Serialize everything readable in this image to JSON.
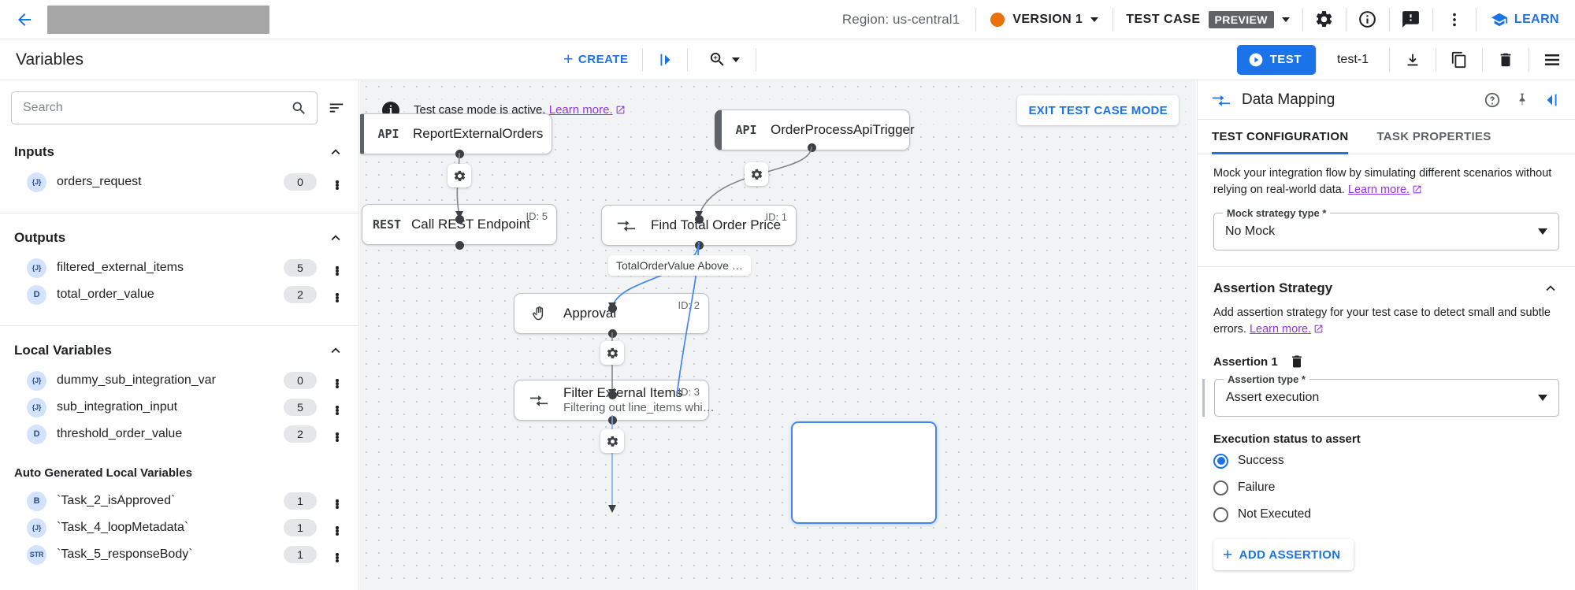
{
  "topbar": {
    "back_icon": "arrow-left-icon",
    "title_placeholder": "",
    "region": "Region: us-central1",
    "version_label": "VERSION 1",
    "version_dot_color": "#e8710a",
    "test_case_label": "TEST CASE",
    "preview_badge": "PREVIEW",
    "icons": [
      "gear-icon",
      "info-icon",
      "feedback-icon",
      "more-vert-icon"
    ],
    "learn_label": "LEARN"
  },
  "subbar": {
    "panel_title": "Variables",
    "create_label": "CREATE",
    "collapse_icon": "collapse-left-icon",
    "zoom_icon": "zoom-in-icon",
    "test_label": "TEST",
    "test_name": "test-1",
    "icons": [
      "download-icon",
      "copy-icon",
      "delete-icon",
      "list-icon"
    ]
  },
  "sidebar": {
    "search": {
      "value": "",
      "placeholder": "Search"
    },
    "sort_icon": "sort-icon",
    "sections": [
      {
        "title": "Inputs",
        "expanded": true,
        "items": [
          {
            "type": "{J}",
            "name": "orders_request",
            "count": "0"
          }
        ]
      },
      {
        "title": "Outputs",
        "expanded": true,
        "items": [
          {
            "type": "{J}",
            "name": "filtered_external_items",
            "count": "5"
          },
          {
            "type": "D",
            "name": "total_order_value",
            "count": "2"
          }
        ]
      },
      {
        "title": "Local Variables",
        "expanded": true,
        "items": [
          {
            "type": "{J}",
            "name": "dummy_sub_integration_var",
            "count": "0"
          },
          {
            "type": "{J}",
            "name": "sub_integration_input",
            "count": "5"
          },
          {
            "type": "D",
            "name": "threshold_order_value",
            "count": "2"
          }
        ]
      },
      {
        "title": "Auto Generated Local Variables",
        "expanded": true,
        "sub": true,
        "items": [
          {
            "type": "B",
            "name": "`Task_2_isApproved`",
            "count": "1"
          },
          {
            "type": "{J}",
            "name": "`Task_4_loopMetadata`",
            "count": "1"
          },
          {
            "type": "STR",
            "name": "`Task_5_responseBody`",
            "count": "1"
          }
        ]
      }
    ]
  },
  "canvas": {
    "banner": {
      "text": "Test case mode is active.",
      "link": "Learn more.",
      "exit_label": "EXIT TEST CASE MODE"
    },
    "nodes": [
      {
        "id": "report-external-orders",
        "icon": "API",
        "title": "ReportExternalOrders",
        "subtitle": "",
        "badge": "",
        "trigger": true
      },
      {
        "id": "order-process-api-trigger",
        "icon": "API",
        "title": "OrderProcessApiTrigger",
        "subtitle": "",
        "badge": "",
        "trigger": true
      },
      {
        "id": "call-rest-endpoint",
        "icon": "REST",
        "title": "Call REST Endpoint",
        "subtitle": "",
        "badge": "ID: 5",
        "trigger": false
      },
      {
        "id": "find-total-order-price",
        "icon": "map",
        "title": "Find Total Order Price",
        "subtitle": "",
        "badge": "ID: 1",
        "trigger": false
      },
      {
        "id": "approval",
        "icon": "hand",
        "title": "Approval",
        "subtitle": "",
        "badge": "ID: 2",
        "trigger": false
      },
      {
        "id": "filter-external-items",
        "icon": "map",
        "title": "Filter External Items",
        "subtitle": "Filtering out line_items whi…",
        "badge": "ID: 3",
        "trigger": false
      }
    ],
    "edge_label": "TotalOrderValue Above …"
  },
  "rightpanel": {
    "header_icon": "data-mapping-icon",
    "title": "Data Mapping",
    "actions": [
      "help-icon",
      "pin-icon",
      "expand-right-icon"
    ],
    "tabs": [
      {
        "label": "TEST CONFIGURATION",
        "active": true
      },
      {
        "label": "TASK PROPERTIES",
        "active": false
      }
    ],
    "mock": {
      "description": "Mock your integration flow by simulating different scenarios without relying on real-world data.",
      "link": "Learn more.",
      "field_label": "Mock strategy type *",
      "field_value": "No Mock"
    },
    "assertion": {
      "section_title": "Assertion Strategy",
      "description": "Add assertion strategy for your test case to detect small and subtle errors.",
      "link": "Learn more.",
      "item_label": "Assertion 1",
      "delete_icon": "delete-icon",
      "type_label": "Assertion type *",
      "type_value": "Assert execution",
      "status_group_title": "Execution status to assert",
      "options": [
        {
          "label": "Success",
          "checked": true
        },
        {
          "label": "Failure",
          "checked": false
        },
        {
          "label": "Not Executed",
          "checked": false
        }
      ],
      "add_label": "ADD ASSERTION"
    }
  },
  "colors": {
    "accent": "#1a73e8",
    "link": "#9334e6",
    "version_dot": "#e8710a"
  }
}
